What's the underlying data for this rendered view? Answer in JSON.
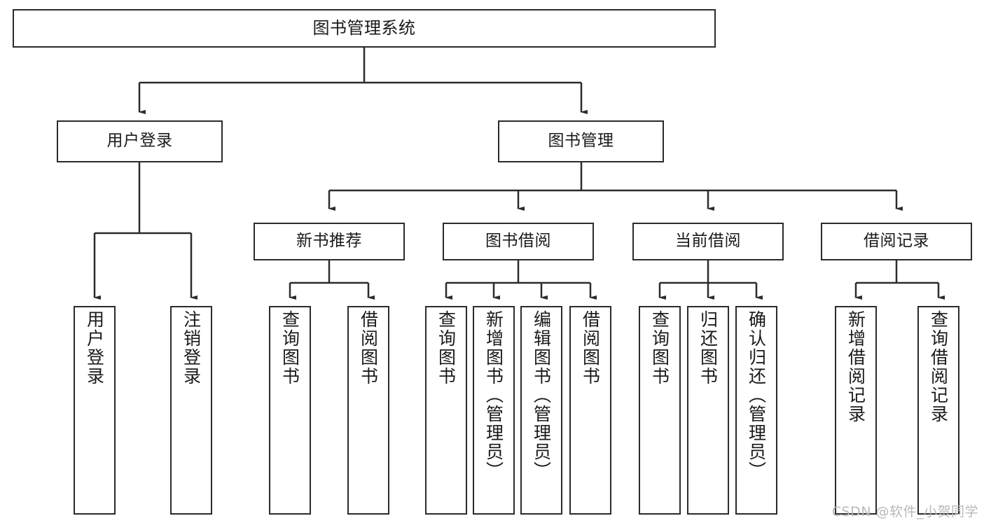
{
  "diagram": {
    "title": "图书管理系统",
    "type": "hierarchy-tree",
    "watermark": "CSDN @软件_小贺同学",
    "colors": {
      "box_border": "#2b2b2b",
      "box_fill": "#ffffff",
      "connector": "#2b2b2b",
      "text": "#1a1a1a",
      "watermark": "#b9b9b9"
    },
    "levels": {
      "root": {
        "label": "图书管理系统"
      },
      "level2": [
        {
          "label": "用户登录"
        },
        {
          "label": "图书管理"
        }
      ],
      "level3": [
        {
          "label": "新书推荐"
        },
        {
          "label": "图书借阅"
        },
        {
          "label": "当前借阅"
        },
        {
          "label": "借阅记录"
        }
      ],
      "leaves": {
        "user_login": [
          {
            "label": "用户登录"
          },
          {
            "label": "注销登录"
          }
        ],
        "new_book_recommend": [
          {
            "label": "查询图书"
          },
          {
            "label": "借阅图书"
          }
        ],
        "book_borrow": [
          {
            "label": "查询图书"
          },
          {
            "label": "新增图书（管理员）"
          },
          {
            "label": "编辑图书（管理员）"
          },
          {
            "label": "借阅图书"
          }
        ],
        "current_borrow": [
          {
            "label": "查询图书"
          },
          {
            "label": "归还图书"
          },
          {
            "label": "确认归还（管理员）"
          }
        ],
        "borrow_record": [
          {
            "label": "新增借阅记录"
          },
          {
            "label": "查询借阅记录"
          }
        ]
      }
    }
  }
}
